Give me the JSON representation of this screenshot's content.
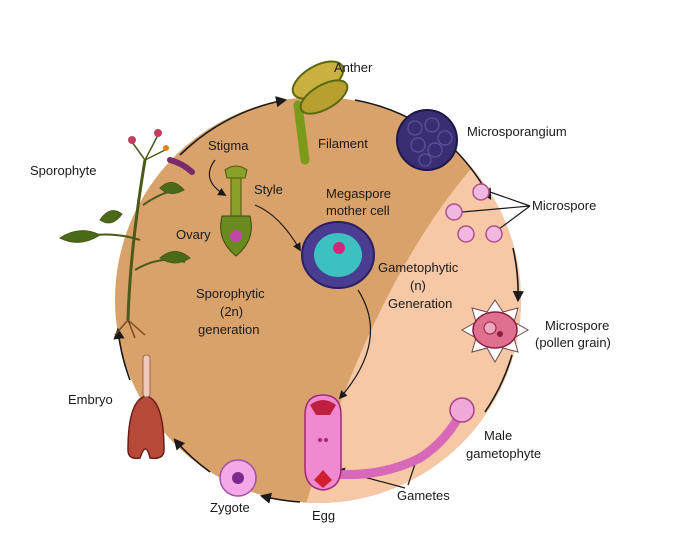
{
  "labels": {
    "anther": "Anther",
    "filament": "Filament",
    "microsporangium": "Microsporangium",
    "microspore": "Microspore",
    "microspore_pollen_1": "Microspore",
    "microspore_pollen_2": "(pollen grain)",
    "male_gametophyte_1": "Male",
    "male_gametophyte_2": "gametophyte",
    "gametes": "Gametes",
    "egg": "Egg",
    "zygote": "Zygote",
    "embryo": "Embryo",
    "sporophyte": "Sporophyte",
    "stigma": "Stigma",
    "style": "Style",
    "ovary": "Ovary",
    "megaspore_1": "Megaspore",
    "megaspore_2": "mother cell",
    "sporophytic_1": "Sporophytic",
    "sporophytic_2": "(2n)",
    "sporophytic_3": "generation",
    "gametophytic_1": "Gametophytic",
    "gametophytic_2": "(n)",
    "gametophytic_3": "Generation"
  },
  "colors": {
    "sporophytic_phase": "#d9a26b",
    "gametophytic_phase": "#f6c8a6",
    "cycle_ring": "#1a1a1a"
  }
}
